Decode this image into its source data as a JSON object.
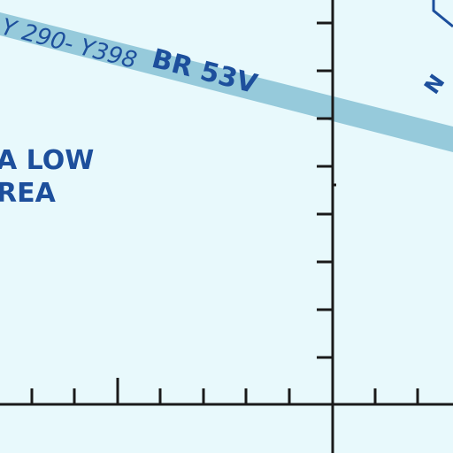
{
  "colors": {
    "background": "#e8f9fc",
    "airway_band": "#96cadb",
    "label_text": "#1d4f9c",
    "grid_lines": "#1a1a1a"
  },
  "airway": {
    "route_label": "Y 290- Y398",
    "designator": "BR 53V"
  },
  "area": {
    "line1": "A LOW",
    "line2": "REA"
  },
  "upper_right_fragment": "N"
}
